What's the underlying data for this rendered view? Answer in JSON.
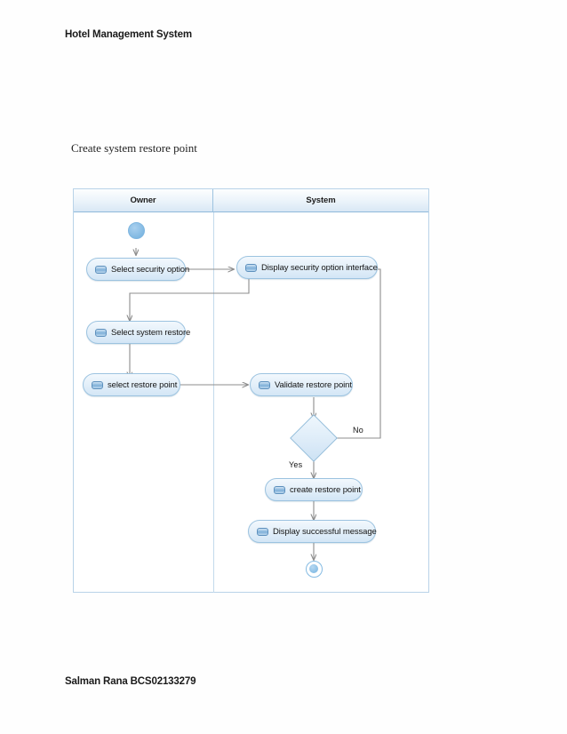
{
  "document": {
    "header": "Hotel Management System",
    "footer": "Salman Rana BCS02133279"
  },
  "diagram": {
    "title": "Create system restore point",
    "type": "uml-activity-diagram",
    "colors": {
      "node_border": "#9cc3e0",
      "node_fill": "#e3eff9",
      "lane_header_fill": "#d9e8f5",
      "connector": "#8d8d8d",
      "start_node": "#87bce4"
    },
    "lanes": [
      {
        "id": "owner",
        "label": "Owner"
      },
      {
        "id": "system",
        "label": "System"
      }
    ],
    "nodes": [
      {
        "id": "start",
        "type": "initial-node",
        "lane": "owner",
        "label": ""
      },
      {
        "id": "select-security-option",
        "type": "action",
        "lane": "owner",
        "label": "Select security option",
        "icon": "action-icon"
      },
      {
        "id": "display-security-option-interface",
        "type": "action",
        "lane": "system",
        "label": "Display security option interface",
        "icon": "action-icon"
      },
      {
        "id": "select-system-restore",
        "type": "action",
        "lane": "owner",
        "label": "Select system restore",
        "icon": "action-icon"
      },
      {
        "id": "select-restore-point",
        "type": "action",
        "lane": "owner",
        "label": "select restore point",
        "icon": "action-icon"
      },
      {
        "id": "validate-restore-point",
        "type": "action",
        "lane": "system",
        "label": "Validate restore point",
        "icon": "action-icon"
      },
      {
        "id": "decision",
        "type": "decision-node",
        "lane": "system",
        "label": ""
      },
      {
        "id": "create-restore-point",
        "type": "action",
        "lane": "system",
        "label": "create restore point",
        "icon": "action-icon"
      },
      {
        "id": "display-successful-message",
        "type": "action",
        "lane": "system",
        "label": "Display successful message",
        "icon": "action-icon"
      },
      {
        "id": "end",
        "type": "final-node",
        "lane": "system",
        "label": ""
      }
    ],
    "edges": [
      {
        "from": "start",
        "to": "select-security-option",
        "label": ""
      },
      {
        "from": "select-security-option",
        "to": "display-security-option-interface",
        "label": ""
      },
      {
        "from": "display-security-option-interface",
        "to": "select-system-restore",
        "label": ""
      },
      {
        "from": "select-system-restore",
        "to": "select-restore-point",
        "label": ""
      },
      {
        "from": "select-restore-point",
        "to": "validate-restore-point",
        "label": ""
      },
      {
        "from": "validate-restore-point",
        "to": "decision",
        "label": ""
      },
      {
        "from": "decision",
        "to": "display-security-option-interface",
        "label": "No"
      },
      {
        "from": "decision",
        "to": "create-restore-point",
        "label": "Yes"
      },
      {
        "from": "create-restore-point",
        "to": "display-successful-message",
        "label": ""
      },
      {
        "from": "display-successful-message",
        "to": "end",
        "label": ""
      }
    ],
    "edge_labels": {
      "no": "No",
      "yes": "Yes"
    }
  }
}
